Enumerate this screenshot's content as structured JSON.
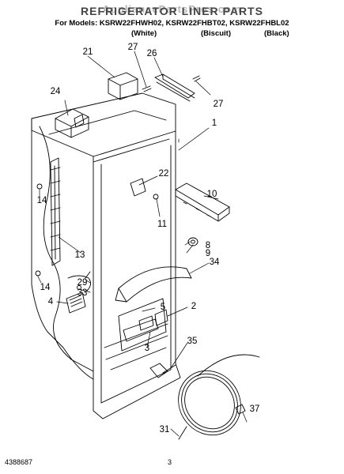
{
  "header": {
    "title": "REFRIGERATOR LINER PARTS",
    "watermark": "AppliancePartsPros.com",
    "models": "For Models: KSRW22FHWH02, KSRW22FHBT02, KSRW22FHBL02",
    "variants": [
      "(White)",
      "(Biscuit)",
      "(Black)"
    ]
  },
  "callouts": {
    "c1": "1",
    "c2": "2",
    "c3": "3",
    "c4": "4",
    "c5": "5",
    "c8": "8",
    "c9": "9",
    "c10": "10",
    "c11": "11",
    "c13": "13",
    "c14a": "14",
    "c14b": "14",
    "c21": "21",
    "c22": "22",
    "c24": "24",
    "c26": "26",
    "c27a": "27",
    "c27b": "27",
    "c29": "29",
    "c31": "31",
    "c33": "33",
    "c34": "34",
    "c35": "35",
    "c37": "37"
  },
  "footer": {
    "part_number": "4388687",
    "page": "3"
  }
}
